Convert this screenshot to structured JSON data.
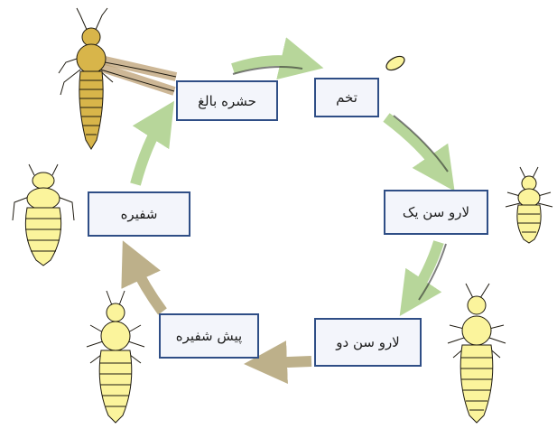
{
  "stages": {
    "egg": "تخم",
    "larva1": "لارو سن یک",
    "larva2": "لارو سن دو",
    "prepupa": "پیش شفیره",
    "pupa": "شفیره",
    "adult": "حشره بالغ"
  },
  "colors": {
    "box_border": "#2f4e86",
    "box_fill": "#f3f5fb",
    "arrow_green": "#b7d69a",
    "arrow_tan": "#bdb08a",
    "insect_fill": "#fbf49c",
    "insect_outline": "#1e1a10",
    "adult_body": "#d8b54a",
    "wing_fringe": "#b89a6a"
  },
  "icons": [
    "adult-thrips-icon",
    "egg-icon",
    "larva1-icon",
    "larva2-icon",
    "prepupa-icon",
    "pupa-icon"
  ]
}
